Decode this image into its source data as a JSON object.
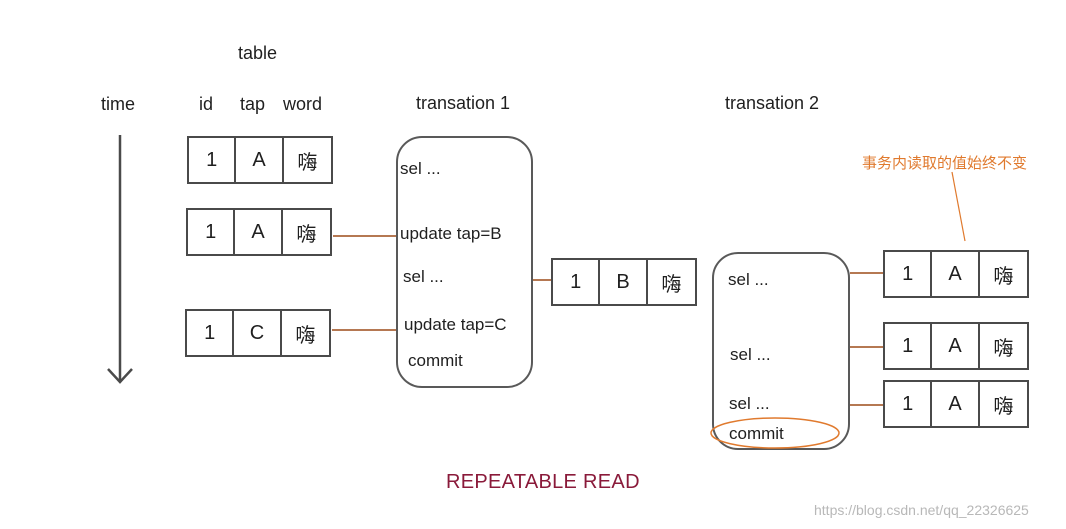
{
  "labels": {
    "table": "table",
    "time": "time",
    "col_id": "id",
    "col_tap": "tap",
    "col_word": "word",
    "transaction1": "transation 1",
    "transaction2": "transation 2"
  },
  "table_states": [
    {
      "id": "1",
      "tap": "A",
      "word": "嗨"
    },
    {
      "id": "1",
      "tap": "A",
      "word": "嗨"
    },
    {
      "id": "1",
      "tap": "C",
      "word": "嗨"
    }
  ],
  "transaction1_statements": [
    "sel ...",
    "update tap=B",
    "sel ...",
    "update tap=C",
    "commit"
  ],
  "transaction1_read_result": {
    "id": "1",
    "tap": "B",
    "word": "嗨"
  },
  "transaction2_statements": [
    "sel ...",
    "sel ...",
    "sel ...",
    "commit"
  ],
  "transaction2_read_results": [
    {
      "id": "1",
      "tap": "A",
      "word": "嗨"
    },
    {
      "id": "1",
      "tap": "A",
      "word": "嗨"
    },
    {
      "id": "1",
      "tap": "A",
      "word": "嗨"
    }
  ],
  "annotation": "事务内读取的值始终不变",
  "title": "REPEATABLE READ",
  "watermark": "https://blog.csdn.net/qq_22326625",
  "colors": {
    "border": "#4a4a4a",
    "connector": "#b57852",
    "highlight": "#e07a2e",
    "title": "#8a1a3a"
  }
}
